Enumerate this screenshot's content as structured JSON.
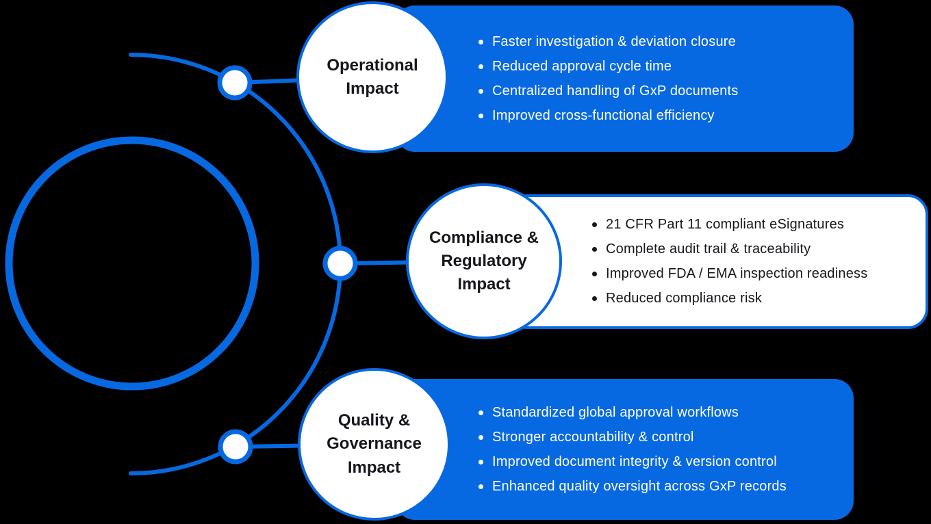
{
  "diagram": {
    "sections": [
      {
        "id": "operational",
        "title_lines": [
          "Operational",
          "Impact"
        ],
        "bullets": [
          "Faster investigation & deviation closure",
          "Reduced approval cycle time",
          "Centralized handling of GxP documents",
          "Improved cross-functional efficiency"
        ]
      },
      {
        "id": "compliance",
        "title_lines": [
          "Compliance &",
          "Regulatory",
          "Impact"
        ],
        "bullets": [
          "21 CFR Part 11 compliant eSignatures",
          "Complete audit trail & traceability",
          "Improved FDA / EMA inspection readiness",
          "Reduced compliance risk"
        ]
      },
      {
        "id": "quality",
        "title_lines": [
          "Quality &",
          "Governance",
          "Impact"
        ],
        "bullets": [
          "Standardized global approval workflows",
          "Stronger accountability & control",
          "Improved document integrity & version control",
          "Enhanced quality oversight across GxP records"
        ]
      }
    ]
  },
  "colors": {
    "accent": "#0769E2",
    "background": "#000000",
    "panel_text_light": "#FFFFFF",
    "panel_text_dark": "#15171C",
    "circle_fill": "#FFFFFF"
  }
}
